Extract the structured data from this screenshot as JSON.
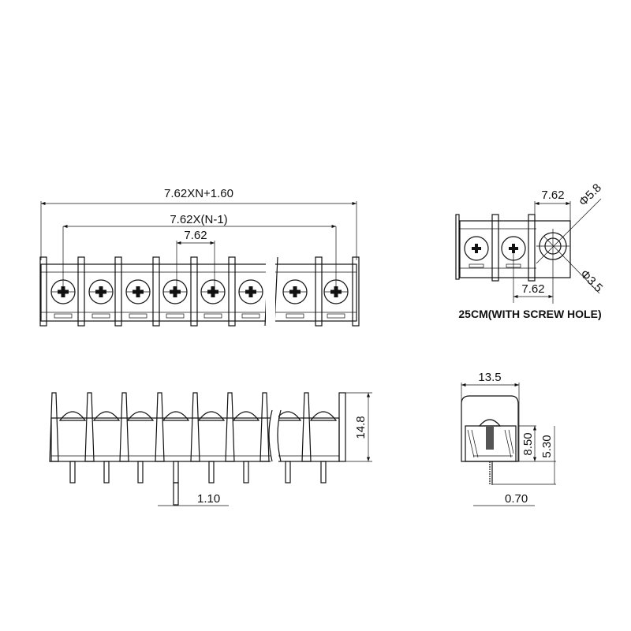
{
  "top_view": {
    "overall_length": "7.62XN+1.60",
    "end_pitch_span": "7.62X(N-1)",
    "pitch": "7.62"
  },
  "end_view_top": {
    "pitch_top": "7.62",
    "pitch_bottom": "7.62",
    "hole_outer": "Φ5.8",
    "hole_inner": "Φ3.5",
    "caption": "25CM(WITH SCREW HOLE)"
  },
  "side_view": {
    "height": "14.8",
    "pin_width": "1.10"
  },
  "section_view": {
    "width": "13.5",
    "height_a": "8.50",
    "height_b": "5.30",
    "pin_thickness": "0.70"
  }
}
